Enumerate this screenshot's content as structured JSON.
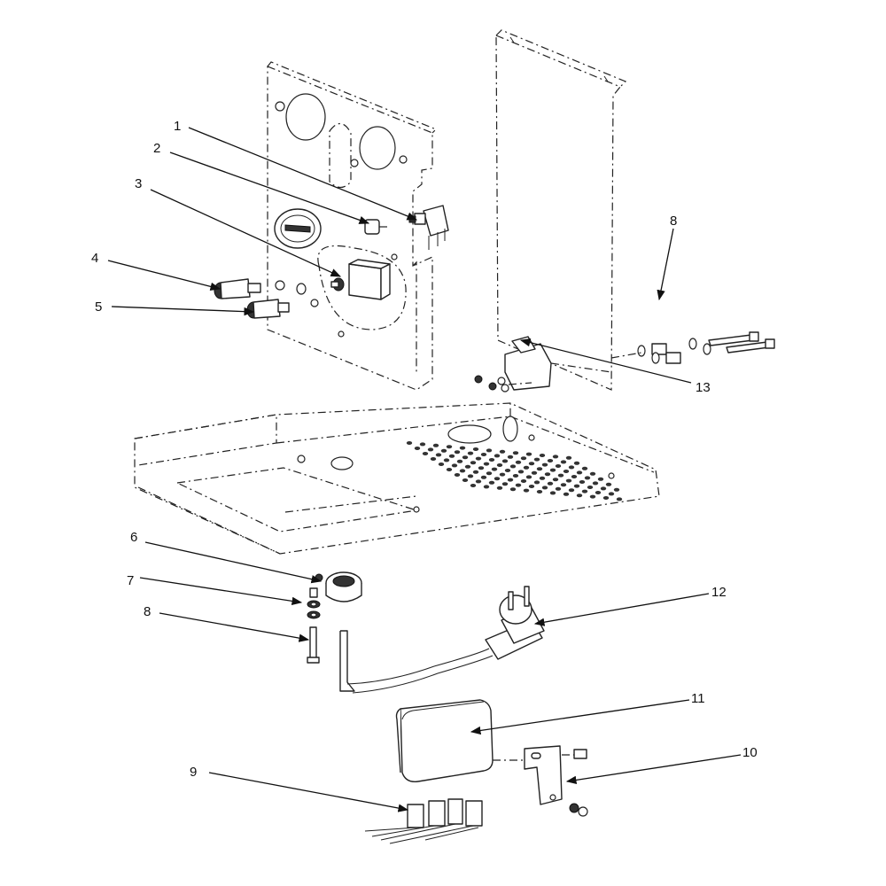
{
  "diagram": {
    "callouts": [
      {
        "id": "c1",
        "label": "1"
      },
      {
        "id": "c2",
        "label": "2"
      },
      {
        "id": "c3",
        "label": "3"
      },
      {
        "id": "c4",
        "label": "4"
      },
      {
        "id": "c5",
        "label": "5"
      },
      {
        "id": "c6",
        "label": "6"
      },
      {
        "id": "c7",
        "label": "7"
      },
      {
        "id": "c8a",
        "label": "8"
      },
      {
        "id": "c8b",
        "label": "8"
      },
      {
        "id": "c9",
        "label": "9"
      },
      {
        "id": "c10",
        "label": "10"
      },
      {
        "id": "c11",
        "label": "11"
      },
      {
        "id": "c12",
        "label": "12"
      },
      {
        "id": "c13",
        "label": "13"
      }
    ]
  }
}
